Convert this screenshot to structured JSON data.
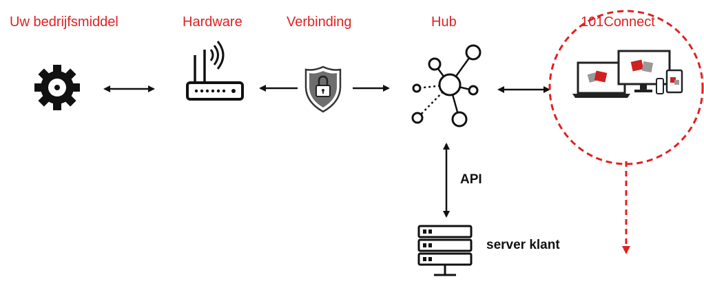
{
  "labels": {
    "asset": "Uw bedrijfsmiddel",
    "hardware": "Hardware",
    "connection": "Verbinding",
    "hub": "Hub",
    "platform": "101Connect",
    "api": "API",
    "server": "server klant"
  },
  "colors": {
    "accent": "#e02020",
    "ink": "#111111"
  },
  "icons": [
    "gear-icon",
    "router-icon",
    "shield-lock-icon",
    "hub-network-icon",
    "devices-icon",
    "server-icon"
  ]
}
